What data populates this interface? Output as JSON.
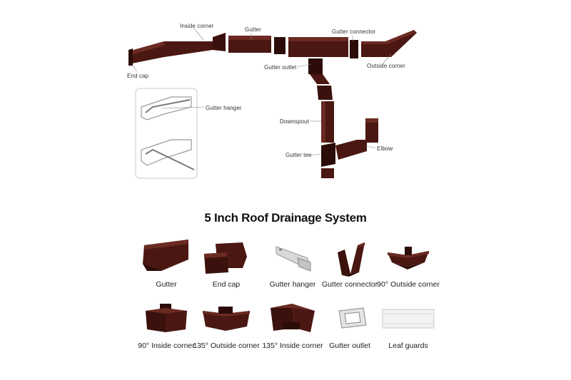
{
  "colors": {
    "brown": "#4a1712",
    "brown_light": "#6b2a22",
    "brown_dark": "#2c0c09",
    "hanger": "#d8d8d8",
    "background": "#ffffff"
  },
  "diagram": {
    "callouts": {
      "inside_corner": "Inside corner",
      "gutter": "Gutter",
      "gutter_connector": "Gutter connector",
      "end_cap": "End cap",
      "gutter_outlet": "Gutter outlet",
      "outside_corner": "Outside corner",
      "gutter_hanger": "Gutter hanger",
      "downspout": "Downspout",
      "gutter_tee": "Gutter tee",
      "elbow": "Elbow"
    }
  },
  "title": "5 Inch Roof Drainage System",
  "parts": {
    "row1": [
      {
        "label": "Gutter",
        "icon": "gutter-icon"
      },
      {
        "label": "End cap",
        "icon": "end-cap-icon"
      },
      {
        "label": "Gutter hanger",
        "icon": "gutter-hanger-icon"
      },
      {
        "label": "Gutter connector",
        "icon": "gutter-connector-icon"
      },
      {
        "label": "90° Outside corner",
        "icon": "outside-corner-90-icon"
      }
    ],
    "row2": [
      {
        "label": "90° Inside corner",
        "icon": "inside-corner-90-icon"
      },
      {
        "label": "135° Outside corner",
        "icon": "outside-corner-135-icon"
      },
      {
        "label": "135° Inside corner",
        "icon": "inside-corner-135-icon"
      },
      {
        "label": "Gutter outlet",
        "icon": "gutter-outlet-icon"
      },
      {
        "label": "Leaf guards",
        "icon": "leaf-guard-icon"
      }
    ]
  }
}
